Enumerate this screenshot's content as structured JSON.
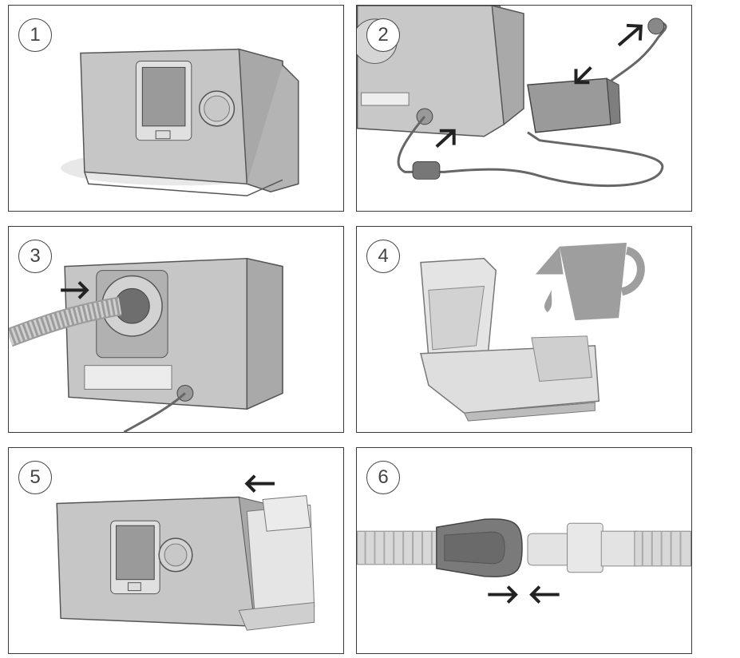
{
  "steps": [
    {
      "number": "1",
      "illustration": "device-front-view"
    },
    {
      "number": "2",
      "illustration": "power-supply-connection"
    },
    {
      "number": "3",
      "illustration": "air-tubing-connection"
    },
    {
      "number": "4",
      "illustration": "fill-water-tub"
    },
    {
      "number": "5",
      "illustration": "insert-water-tub"
    },
    {
      "number": "6",
      "illustration": "connect-tubing-to-mask"
    }
  ],
  "colors": {
    "outline": "#3a3a3a",
    "device": "#bdbdbd",
    "device_dark": "#8c8c8c",
    "screen": "#9a9a9a",
    "arrow": "#222222",
    "water": "#9e9e9e"
  }
}
